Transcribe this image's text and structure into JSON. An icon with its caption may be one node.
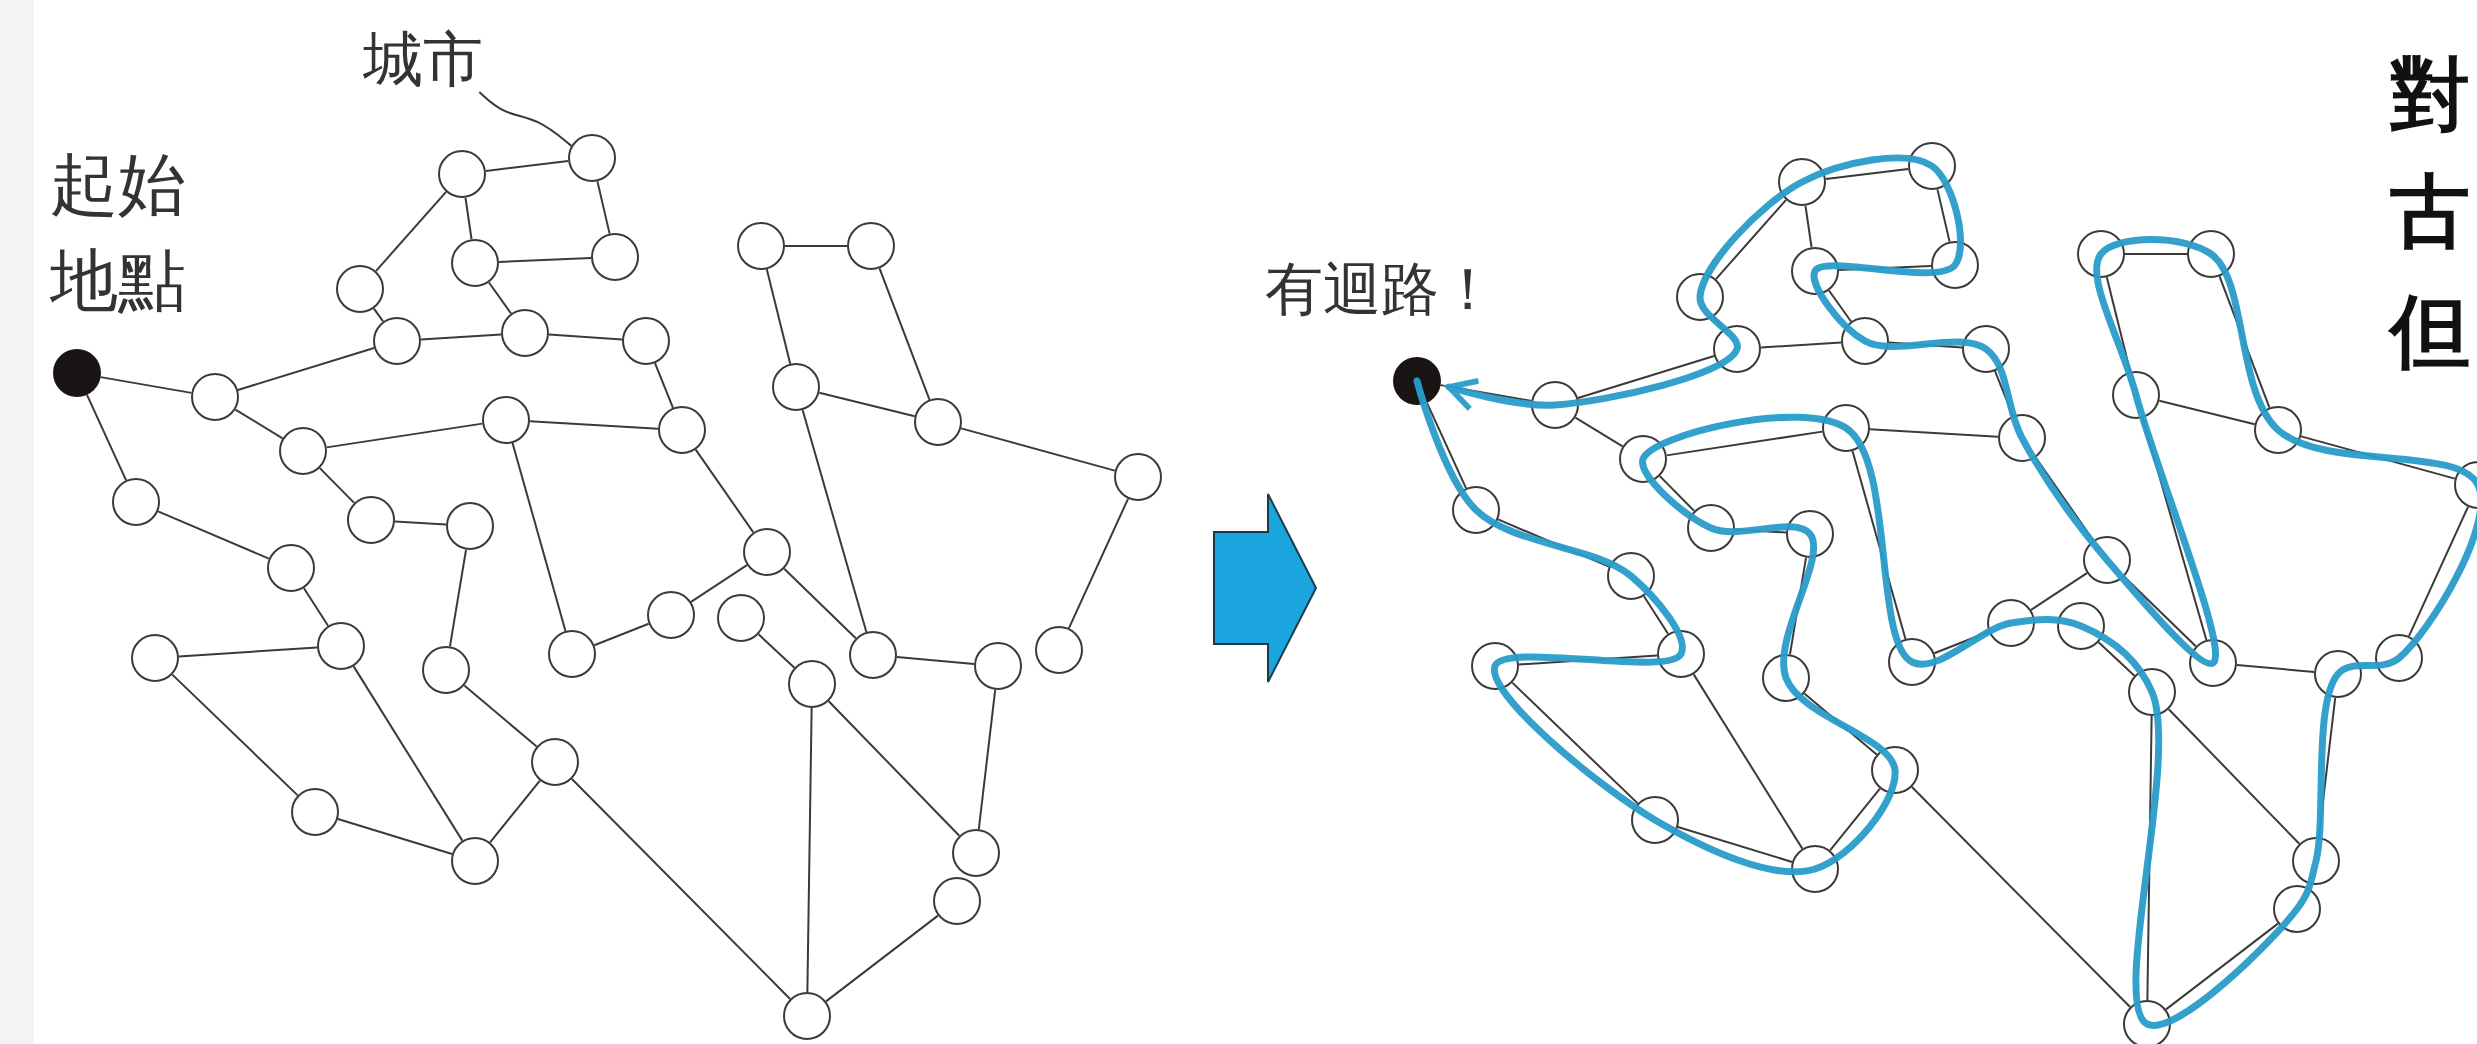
{
  "diagram": {
    "nodes": [
      {
        "text": [],
        "shape": "dot",
        "beside": [
          "起始地點"
        ]
      },
      {
        "text": [],
        "shape": "circle"
      },
      {
        "text": [],
        "shape": "circle"
      },
      {
        "text": [],
        "shape": "circle"
      },
      {
        "text": [],
        "shape": "circle"
      },
      {
        "text": [],
        "shape": "circle"
      },
      {
        "text": [],
        "shape": "circle"
      },
      {
        "text": [],
        "shape": "circle"
      },
      {
        "text": [],
        "shape": "circle"
      },
      {
        "text": [],
        "shape": "circle"
      },
      {
        "text": [],
        "shape": "circle"
      },
      {
        "text": [],
        "shape": "circle"
      },
      {
        "text": [],
        "shape": "circle"
      },
      {
        "text": [],
        "shape": "circle"
      },
      {
        "text": [],
        "shape": "circle"
      },
      {
        "text": [],
        "shape": "circle"
      },
      {
        "text": [],
        "shape": "circle"
      },
      {
        "text": [],
        "shape": "circle"
      },
      {
        "text": [],
        "shape": "circle"
      },
      {
        "text": [],
        "shape": "circle"
      },
      {
        "text": [],
        "shape": "circle"
      },
      {
        "text": [],
        "shape": "circle"
      },
      {
        "text": [],
        "shape": "circle"
      },
      {
        "text": [],
        "shape": "circle"
      },
      {
        "text": [],
        "shape": "circle"
      },
      {
        "text": [],
        "shape": "circle"
      },
      {
        "text": [],
        "shape": "circle"
      },
      {
        "text": [],
        "shape": "circle"
      },
      {
        "text": [],
        "shape": "circle"
      },
      {
        "text": [],
        "shape": "circle"
      },
      {
        "text": [],
        "shape": "circle"
      },
      {
        "text": [],
        "shape": "circle"
      },
      {
        "text": [],
        "shape": "circle"
      },
      {
        "text": [],
        "shape": "circle"
      },
      {
        "text": [],
        "shape": "circle"
      },
      {
        "text": [],
        "shape": "circle"
      },
      {
        "text": [],
        "shape": "circle"
      },
      {
        "text": [],
        "shape": "circle"
      },
      {
        "text": [],
        "shape": "circle"
      },
      {
        "text": [
          "城市"
        ]
      },
      {
        "text": [],
        "shape": "dot",
        "beside": [
          "有迴路！"
        ]
      },
      {
        "text": [],
        "shape": "circle"
      },
      {
        "text": [],
        "shape": "circle"
      },
      {
        "text": [],
        "shape": "circle"
      },
      {
        "text": [],
        "shape": "circle"
      },
      {
        "text": [],
        "shape": "circle"
      },
      {
        "text": [],
        "shape": "circle"
      },
      {
        "text": [],
        "shape": "circle"
      },
      {
        "text": [],
        "shape": "circle"
      },
      {
        "text": [],
        "shape": "circle"
      },
      {
        "text": [],
        "shape": "circle"
      },
      {
        "text": [],
        "shape": "circle"
      },
      {
        "text": [],
        "shape": "circle"
      },
      {
        "text": [],
        "shape": "circle"
      },
      {
        "text": [],
        "shape": "circle"
      },
      {
        "text": [],
        "shape": "circle"
      },
      {
        "text": [],
        "shape": "circle"
      },
      {
        "text": [],
        "shape": "circle"
      },
      {
        "text": [],
        "shape": "circle"
      },
      {
        "text": [],
        "shape": "circle"
      },
      {
        "text": [],
        "shape": "circle"
      },
      {
        "text": [],
        "shape": "circle"
      },
      {
        "text": [],
        "shape": "circle"
      },
      {
        "text": [],
        "shape": "circle"
      },
      {
        "text": [],
        "shape": "circle"
      },
      {
        "text": [],
        "shape": "circle"
      },
      {
        "text": [],
        "shape": "circle"
      },
      {
        "text": [],
        "shape": "circle"
      },
      {
        "text": [],
        "shape": "circle"
      },
      {
        "text": [],
        "shape": "circle"
      },
      {
        "text": [],
        "shape": "circle"
      },
      {
        "text": [],
        "shape": "circle"
      },
      {
        "text": [],
        "shape": "circle"
      },
      {
        "text": [],
        "shape": "circle"
      },
      {
        "text": [],
        "shape": "circle"
      },
      {
        "text": [],
        "shape": "circle"
      },
      {
        "text": [],
        "shape": "circle"
      },
      {
        "text": [],
        "shape": "circle"
      },
      {
        "text": [],
        "shape": "circle"
      }
    ],
    "edges": [
      {
        "from": 0,
        "to": 1,
        "arrow": "none"
      },
      {
        "from": 0,
        "to": 15,
        "arrow": "none"
      },
      {
        "from": 1,
        "to": 2,
        "arrow": "none"
      },
      {
        "from": 2,
        "to": 3,
        "arrow": "none"
      },
      {
        "from": 3,
        "to": 4,
        "arrow": "none"
      },
      {
        "from": 4,
        "to": 5,
        "arrow": "none"
      },
      {
        "from": 4,
        "to": 6,
        "arrow": "none"
      },
      {
        "from": 5,
        "to": 7,
        "arrow": "none"
      },
      {
        "from": 6,
        "to": 7,
        "arrow": "none"
      },
      {
        "from": 6,
        "to": 8,
        "arrow": "none"
      },
      {
        "from": 2,
        "to": 8,
        "arrow": "none"
      },
      {
        "from": 8,
        "to": 9,
        "arrow": "none"
      },
      {
        "from": 9,
        "to": 12,
        "arrow": "none"
      },
      {
        "from": 1,
        "to": 10,
        "arrow": "none"
      },
      {
        "from": 10,
        "to": 11,
        "arrow": "none"
      },
      {
        "from": 11,
        "to": 12,
        "arrow": "none"
      },
      {
        "from": 10,
        "to": 13,
        "arrow": "none"
      },
      {
        "from": 13,
        "to": 14,
        "arrow": "none"
      },
      {
        "from": 14,
        "to": 19,
        "arrow": "none"
      },
      {
        "from": 19,
        "to": 33,
        "arrow": "none"
      },
      {
        "from": 15,
        "to": 16,
        "arrow": "none"
      },
      {
        "from": 16,
        "to": 17,
        "arrow": "none"
      },
      {
        "from": 18,
        "to": 17,
        "arrow": "none"
      },
      {
        "from": 17,
        "to": 35,
        "arrow": "none"
      },
      {
        "from": 18,
        "to": 34,
        "arrow": "none"
      },
      {
        "from": 34,
        "to": 35,
        "arrow": "none"
      },
      {
        "from": 35,
        "to": 33,
        "arrow": "none"
      },
      {
        "from": 33,
        "to": 38,
        "arrow": "none"
      },
      {
        "from": 11,
        "to": 20,
        "arrow": "none"
      },
      {
        "from": 20,
        "to": 21,
        "arrow": "none"
      },
      {
        "from": 21,
        "to": 22,
        "arrow": "none"
      },
      {
        "from": 12,
        "to": 22,
        "arrow": "none"
      },
      {
        "from": 22,
        "to": 30,
        "arrow": "none"
      },
      {
        "from": 23,
        "to": 24,
        "arrow": "none"
      },
      {
        "from": 24,
        "to": 38,
        "arrow": "none"
      },
      {
        "from": 24,
        "to": 36,
        "arrow": "none"
      },
      {
        "from": 25,
        "to": 26,
        "arrow": "none"
      },
      {
        "from": 25,
        "to": 27,
        "arrow": "none"
      },
      {
        "from": 26,
        "to": 28,
        "arrow": "none"
      },
      {
        "from": 27,
        "to": 28,
        "arrow": "none"
      },
      {
        "from": 27,
        "to": 30,
        "arrow": "none"
      },
      {
        "from": 28,
        "to": 29,
        "arrow": "none"
      },
      {
        "from": 29,
        "to": 32,
        "arrow": "none"
      },
      {
        "from": 30,
        "to": 31,
        "arrow": "none"
      },
      {
        "from": 31,
        "to": 36,
        "arrow": "none"
      },
      {
        "from": 37,
        "to": 38,
        "arrow": "none"
      },
      {
        "from": 39,
        "to": 5,
        "arrow": "none"
      },
      {
        "from": 40,
        "to": 41,
        "arrow": "none"
      },
      {
        "from": 40,
        "to": 55,
        "arrow": "none"
      },
      {
        "from": 41,
        "to": 42,
        "arrow": "none"
      },
      {
        "from": 42,
        "to": 43,
        "arrow": "none"
      },
      {
        "from": 43,
        "to": 44,
        "arrow": "none"
      },
      {
        "from": 44,
        "to": 45,
        "arrow": "none"
      },
      {
        "from": 44,
        "to": 46,
        "arrow": "none"
      },
      {
        "from": 45,
        "to": 47,
        "arrow": "none"
      },
      {
        "from": 46,
        "to": 47,
        "arrow": "none"
      },
      {
        "from": 46,
        "to": 48,
        "arrow": "none"
      },
      {
        "from": 42,
        "to": 48,
        "arrow": "none"
      },
      {
        "from": 48,
        "to": 49,
        "arrow": "none"
      },
      {
        "from": 49,
        "to": 52,
        "arrow": "none"
      },
      {
        "from": 41,
        "to": 50,
        "arrow": "none"
      },
      {
        "from": 50,
        "to": 51,
        "arrow": "none"
      },
      {
        "from": 51,
        "to": 52,
        "arrow": "none"
      },
      {
        "from": 50,
        "to": 53,
        "arrow": "none"
      },
      {
        "from": 53,
        "to": 54,
        "arrow": "none"
      },
      {
        "from": 54,
        "to": 59,
        "arrow": "none"
      },
      {
        "from": 59,
        "to": 73,
        "arrow": "none"
      },
      {
        "from": 55,
        "to": 56,
        "arrow": "none"
      },
      {
        "from": 56,
        "to": 57,
        "arrow": "none"
      },
      {
        "from": 58,
        "to": 57,
        "arrow": "none"
      },
      {
        "from": 57,
        "to": 75,
        "arrow": "none"
      },
      {
        "from": 58,
        "to": 74,
        "arrow": "none"
      },
      {
        "from": 74,
        "to": 75,
        "arrow": "none"
      },
      {
        "from": 75,
        "to": 73,
        "arrow": "none"
      },
      {
        "from": 73,
        "to": 78,
        "arrow": "none"
      },
      {
        "from": 51,
        "to": 60,
        "arrow": "none"
      },
      {
        "from": 60,
        "to": 61,
        "arrow": "none"
      },
      {
        "from": 61,
        "to": 62,
        "arrow": "none"
      },
      {
        "from": 52,
        "to": 62,
        "arrow": "none"
      },
      {
        "from": 62,
        "to": 70,
        "arrow": "none"
      },
      {
        "from": 63,
        "to": 64,
        "arrow": "none"
      },
      {
        "from": 64,
        "to": 78,
        "arrow": "none"
      },
      {
        "from": 64,
        "to": 76,
        "arrow": "none"
      },
      {
        "from": 65,
        "to": 66,
        "arrow": "none"
      },
      {
        "from": 65,
        "to": 67,
        "arrow": "none"
      },
      {
        "from": 66,
        "to": 68,
        "arrow": "none"
      },
      {
        "from": 67,
        "to": 68,
        "arrow": "none"
      },
      {
        "from": 67,
        "to": 70,
        "arrow": "none"
      },
      {
        "from": 68,
        "to": 69,
        "arrow": "none"
      },
      {
        "from": 69,
        "to": 72,
        "arrow": "none"
      },
      {
        "from": 70,
        "to": 71,
        "arrow": "none"
      },
      {
        "from": 71,
        "to": 76,
        "arrow": "none"
      },
      {
        "from": 77,
        "to": 78,
        "arrow": "none"
      }
    ],
    "labels": [
      "對",
      "古",
      "但"
    ]
  }
}
